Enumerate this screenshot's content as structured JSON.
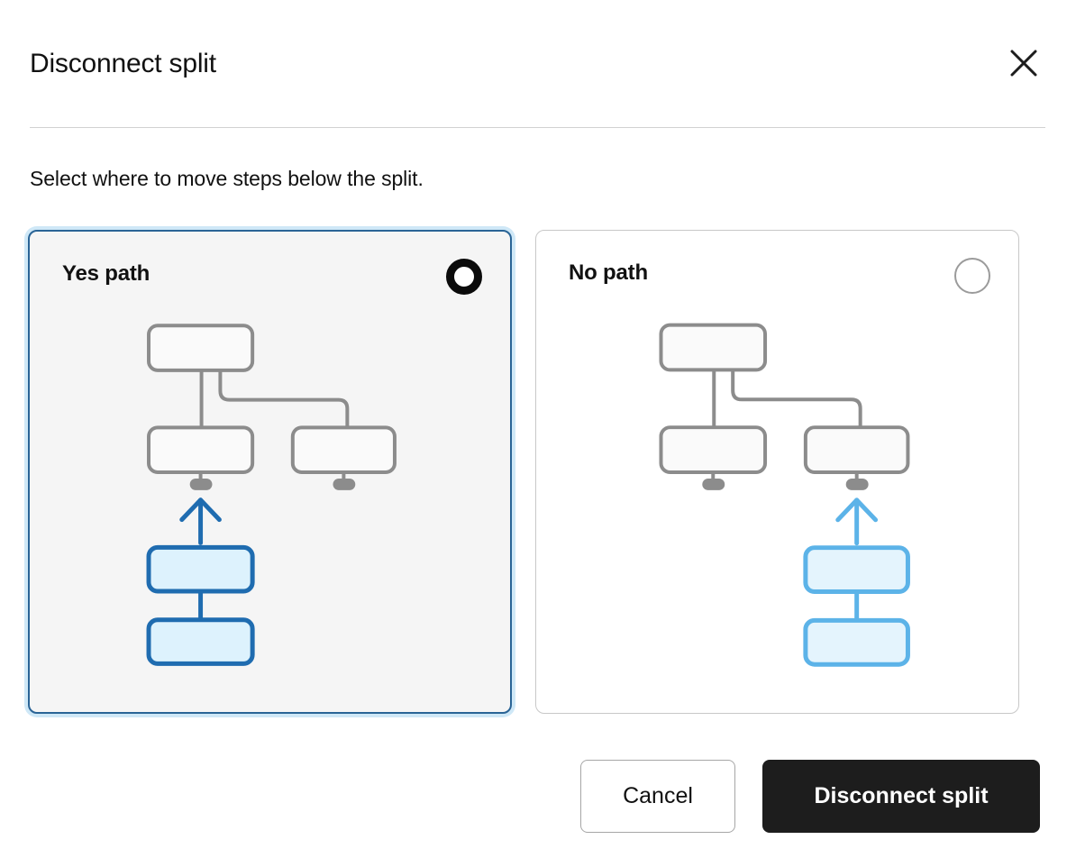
{
  "modal": {
    "title": "Disconnect split",
    "close_icon": "close-icon",
    "instruction": "Select where to move steps below the split."
  },
  "options": [
    {
      "id": "yes-path",
      "label": "Yes path",
      "selected": true,
      "radio_state": "checked",
      "accent_color": "#1f6cb0",
      "fill_color": "#ddf2fd",
      "card_background": "#f5f5f5",
      "card_border_color": "#2a6496",
      "arrow_branch": "left"
    },
    {
      "id": "no-path",
      "label": "No path",
      "selected": false,
      "radio_state": "unchecked",
      "accent_color": "#5cb3e8",
      "fill_color": "#e4f4fd",
      "card_background": "#ffffff",
      "card_border_color": "#c8c8c8",
      "arrow_branch": "right"
    }
  ],
  "footer": {
    "cancel_label": "Cancel",
    "confirm_label": "Disconnect split"
  },
  "colors": {
    "node_stroke": "#8c8c8c",
    "node_fill": "#fafafa",
    "stub_fill": "#8c8c8c",
    "divider": "#d2d2d2",
    "primary_button_bg": "#1d1d1d",
    "text": "#111111"
  }
}
